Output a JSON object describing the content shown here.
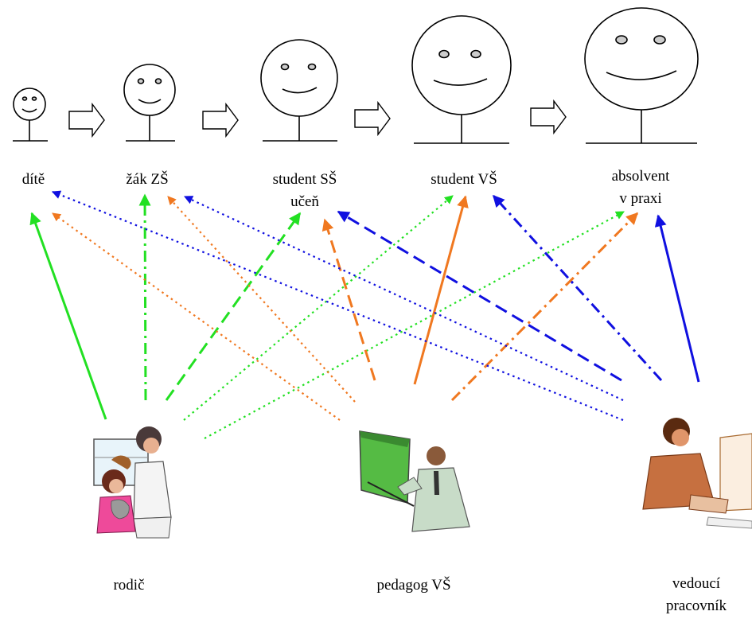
{
  "stages": [
    {
      "id": "dite",
      "lines": [
        "dítě"
      ]
    },
    {
      "id": "zak",
      "lines": [
        "žák ZŠ"
      ]
    },
    {
      "id": "ss",
      "lines": [
        "student SŠ",
        "učeň"
      ]
    },
    {
      "id": "vs",
      "lines": [
        "student VŠ"
      ]
    },
    {
      "id": "abs",
      "lines": [
        "absolvent",
        "v praxi"
      ]
    }
  ],
  "actors": [
    {
      "id": "rodic",
      "lines": [
        "rodič"
      ]
    },
    {
      "id": "pedagog",
      "lines": [
        "pedagog VŠ"
      ]
    },
    {
      "id": "vedouci",
      "lines": [
        "vedoucí",
        "pracovník"
      ]
    }
  ],
  "colors": {
    "rodic": "#22e022",
    "pedagog": "#f07820",
    "vedouci": "#1010e0"
  },
  "influences": [
    {
      "from": "rodic",
      "to": "dite",
      "style": "solid"
    },
    {
      "from": "rodic",
      "to": "zak",
      "style": "dashdot"
    },
    {
      "from": "rodic",
      "to": "ss",
      "style": "dashed"
    },
    {
      "from": "rodic",
      "to": "vs",
      "style": "dotted"
    },
    {
      "from": "rodic",
      "to": "abs",
      "style": "dotted"
    },
    {
      "from": "pedagog",
      "to": "dite",
      "style": "dotted"
    },
    {
      "from": "pedagog",
      "to": "zak",
      "style": "dotted"
    },
    {
      "from": "pedagog",
      "to": "ss",
      "style": "dashed"
    },
    {
      "from": "pedagog",
      "to": "vs",
      "style": "solid"
    },
    {
      "from": "pedagog",
      "to": "abs",
      "style": "dashdot"
    },
    {
      "from": "vedouci",
      "to": "dite",
      "style": "dotted"
    },
    {
      "from": "vedouci",
      "to": "zak",
      "style": "dotted"
    },
    {
      "from": "vedouci",
      "to": "ss",
      "style": "dashed"
    },
    {
      "from": "vedouci",
      "to": "vs",
      "style": "dashdot"
    },
    {
      "from": "vedouci",
      "to": "abs",
      "style": "solid"
    }
  ]
}
